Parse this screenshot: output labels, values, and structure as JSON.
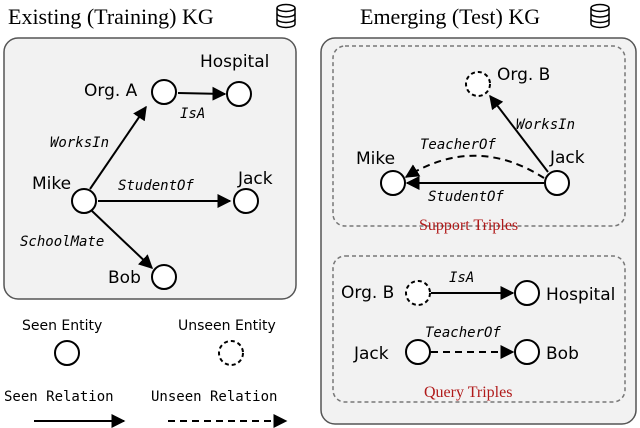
{
  "left_panel": {
    "title": "Existing (Training) KG",
    "entities": {
      "org_a": "Org. A",
      "hospital": "Hospital",
      "mike": "Mike",
      "jack": "Jack",
      "bob": "Bob"
    },
    "relations": {
      "works_in": "WorksIn",
      "is_a": "IsA",
      "student_of": "StudentOf",
      "school_mate": "SchoolMate"
    }
  },
  "right_panel": {
    "title": "Emerging (Test) KG",
    "support": {
      "caption": "Support Triples",
      "entities": {
        "org_b": "Org. B",
        "mike": "Mike",
        "jack": "Jack"
      },
      "relations": {
        "works_in": "WorksIn",
        "teacher_of": "TeacherOf",
        "student_of": "StudentOf"
      }
    },
    "query": {
      "caption": "Query Triples",
      "entities": {
        "org_b": "Org. B",
        "hospital": "Hospital",
        "jack": "Jack",
        "bob": "Bob"
      },
      "relations": {
        "is_a": "IsA",
        "teacher_of": "TeacherOf"
      }
    }
  },
  "legend": {
    "seen_entity": "Seen Entity",
    "unseen_entity": "Unseen Entity",
    "seen_relation": "Seen Relation",
    "unseen_relation": "Unseen Relation"
  },
  "colors": {
    "caption_red": "#b01a1a",
    "panel_fill": "#f2f2f2"
  },
  "icons": [
    "database-icon"
  ]
}
